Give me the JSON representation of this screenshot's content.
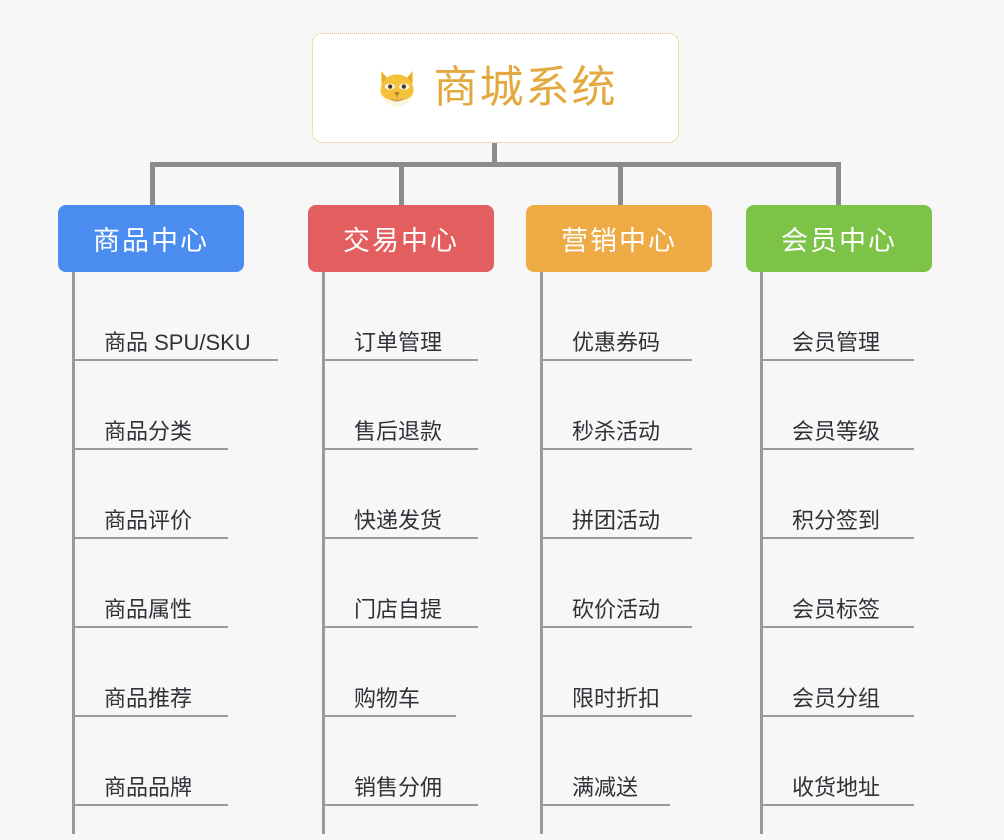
{
  "diagram": {
    "title": "商城系统",
    "background_color": "#f7f7f7",
    "connector_color": "#8c8c8c",
    "root": {
      "label": "商城系统",
      "icon": "shiba-dog-emoji",
      "text_color": "#e3a93f",
      "border_color": "#e8b964",
      "background_color": "#ffffff"
    },
    "branches": [
      {
        "label": "商品中心",
        "color": "#4a8cf0",
        "items": [
          "商品 SPU/SKU",
          "商品分类",
          "商品评价",
          "商品属性",
          "商品推荐",
          "商品品牌"
        ]
      },
      {
        "label": "交易中心",
        "color": "#e35e5e",
        "items": [
          "订单管理",
          "售后退款",
          "快递发货",
          "门店自提",
          "购物车",
          "销售分佣"
        ]
      },
      {
        "label": "营销中心",
        "color": "#eeaa44",
        "items": [
          "优惠券码",
          "秒杀活动",
          "拼团活动",
          "砍价活动",
          "限时折扣",
          "满减送"
        ]
      },
      {
        "label": "会员中心",
        "color": "#7cc348",
        "items": [
          "会员管理",
          "会员等级",
          "积分签到",
          "会员标签",
          "会员分组",
          "收货地址"
        ]
      }
    ]
  }
}
